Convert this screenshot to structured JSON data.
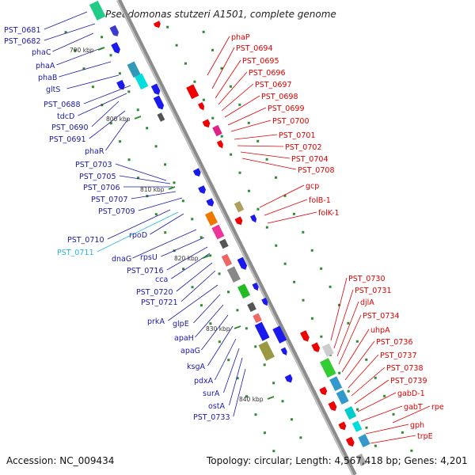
{
  "title": "Pseudomonas stutzeri A1501, complete genome",
  "footer": {
    "accession": "Accession: NC_009434",
    "summary": "Topology: circular; Length: 4,567,418 bp; Genes: 4,201"
  },
  "colors": {
    "backbone": "#8c8c8c",
    "forward_label": "#1a1aa6",
    "reverse_label": "#e00000",
    "highlight_label": "#20b8e0",
    "tick": "#2e8b2e"
  },
  "ruler": [
    "790 kbp",
    "800 kbp",
    "810 kbp",
    "820 kbp",
    "830 kbp",
    "840 kbp"
  ],
  "left_labels": [
    "PST_0681",
    "PST_0682",
    "phaC",
    "phaA",
    "phaB",
    "gltS",
    "PST_0688",
    "tdcD",
    "PST_0690",
    "PST_0691",
    "phaR",
    "PST_0703",
    "PST_0705",
    "PST_0706",
    "PST_0707",
    "PST_0709",
    "PST_0710",
    "PST_0711",
    "rpoD",
    "dnaG",
    "rpsU",
    "PST_0716",
    "cca",
    "PST_0720",
    "PST_0721",
    "prkA",
    "glpE",
    "apaH",
    "apaG",
    "ksgA",
    "pdxA",
    "surA",
    "ostA",
    "PST_0733"
  ],
  "right_labels": [
    "phaP",
    "PST_0694",
    "PST_0695",
    "PST_0696",
    "PST_0697",
    "PST_0698",
    "PST_0699",
    "PST_0700",
    "PST_0701",
    "PST_0702",
    "PST_0704",
    "PST_0708",
    "gcp",
    "folB-1",
    "folK-1",
    "PST_0730",
    "PST_0731",
    "djlA",
    "PST_0734",
    "uhpA",
    "PST_0736",
    "PST_0737",
    "PST_0738",
    "PST_0739",
    "gabD-1",
    "gabT",
    "rpe",
    "gph",
    "trpE"
  ]
}
